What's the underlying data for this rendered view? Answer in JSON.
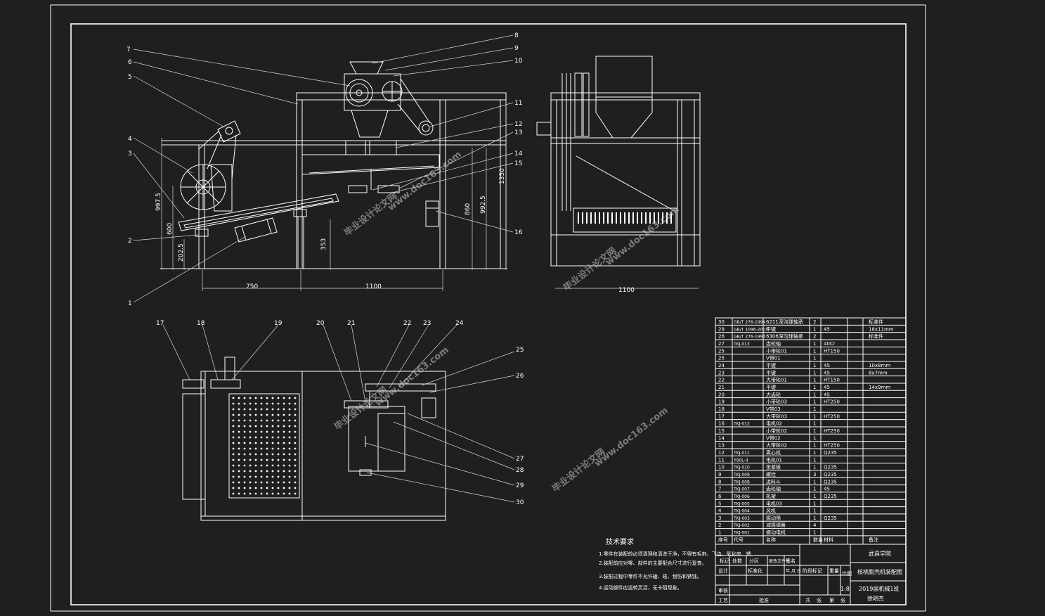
{
  "callouts": [
    "1",
    "2",
    "3",
    "4",
    "5",
    "6",
    "7",
    "8",
    "9",
    "10",
    "11",
    "12",
    "13",
    "14",
    "15",
    "16",
    "17",
    "18",
    "19",
    "20",
    "21",
    "22",
    "23",
    "24",
    "25",
    "26",
    "27",
    "28",
    "29",
    "30"
  ],
  "dimensions": {
    "d750": "750",
    "d1100_front": "1100",
    "d1100_side": "1100",
    "d997_left": "997.5",
    "d600": "600",
    "d202": "202.5",
    "d353": "353",
    "d860": "860",
    "d992": "992.5",
    "d1350": "1350"
  },
  "watermarks": [
    "毕业设计论文网",
    "www.doc163.com"
  ],
  "bom": [
    {
      "no": "30",
      "code": "GB/T 276-1994",
      "name": "6211深沟球轴承",
      "qty": "2",
      "mat": "",
      "note": "标准件"
    },
    {
      "no": "29",
      "code": "GB/T 1096-2003",
      "name": "平键",
      "qty": "1",
      "mat": "45",
      "note": "18x11mm"
    },
    {
      "no": "26",
      "code": "GB/T 276-1994",
      "name": "6306深沟球轴承",
      "qty": "2",
      "mat": "",
      "note": "标准件"
    },
    {
      "no": "27",
      "code": "TKJ-013",
      "name": "齿轮轴",
      "qty": "1",
      "mat": "40Cr",
      "note": ""
    },
    {
      "no": "25",
      "code": "",
      "name": "小带轮01",
      "qty": "1",
      "mat": "HT150",
      "note": ""
    },
    {
      "no": "25",
      "code": "",
      "name": "V带01",
      "qty": "1",
      "mat": "",
      "note": ""
    },
    {
      "no": "24",
      "code": "",
      "name": "平键",
      "qty": "1",
      "mat": "45",
      "note": "10x8mm"
    },
    {
      "no": "23",
      "code": "",
      "name": "平键",
      "qty": "1",
      "mat": "45",
      "note": "8x7mm"
    },
    {
      "no": "22",
      "code": "",
      "name": "大带轮01",
      "qty": "1",
      "mat": "HT150",
      "note": ""
    },
    {
      "no": "21",
      "code": "",
      "name": "平键",
      "qty": "1",
      "mat": "45",
      "note": "14x9mm"
    },
    {
      "no": "20",
      "code": "",
      "name": "大齿轮",
      "qty": "1",
      "mat": "45",
      "note": ""
    },
    {
      "no": "19",
      "code": "",
      "name": "小带轮03",
      "qty": "1",
      "mat": "HT250",
      "note": ""
    },
    {
      "no": "18",
      "code": "",
      "name": "V带03",
      "qty": "1",
      "mat": "",
      "note": ""
    },
    {
      "no": "17",
      "code": "",
      "name": "大带轮03",
      "qty": "1",
      "mat": "HT250",
      "note": ""
    },
    {
      "no": "16",
      "code": "TKJ-012",
      "name": "电机02",
      "qty": "1",
      "mat": "",
      "note": ""
    },
    {
      "no": "15",
      "code": "",
      "name": "小带轮02",
      "qty": "1",
      "mat": "HT250",
      "note": ""
    },
    {
      "no": "14",
      "code": "",
      "name": "V带02",
      "qty": "1",
      "mat": "",
      "note": ""
    },
    {
      "no": "13",
      "code": "",
      "name": "大带轮02",
      "qty": "1",
      "mat": "HT250",
      "note": ""
    },
    {
      "no": "12",
      "code": "TKJ-011",
      "name": "离心机",
      "qty": "1",
      "mat": "Q235",
      "note": ""
    },
    {
      "no": "11",
      "code": "Y90L-4",
      "name": "电机01",
      "qty": "1",
      "mat": "",
      "note": ""
    },
    {
      "no": "10",
      "code": "TKJ-010",
      "name": "张紧板",
      "qty": "1",
      "mat": "Q235",
      "note": ""
    },
    {
      "no": "9",
      "code": "TKJ-009",
      "name": "螺栓",
      "qty": "3",
      "mat": "Q235",
      "note": ""
    },
    {
      "no": "8",
      "code": "TKJ-008",
      "name": "进料斗",
      "qty": "1",
      "mat": "Q235",
      "note": ""
    },
    {
      "no": "7",
      "code": "TKJ-007",
      "name": "齿轮轴",
      "qty": "1",
      "mat": "45",
      "note": ""
    },
    {
      "no": "6",
      "code": "TKJ-006",
      "name": "机架",
      "qty": "1",
      "mat": "Q235",
      "note": ""
    },
    {
      "no": "5",
      "code": "TKJ-005",
      "name": "电机03",
      "qty": "1",
      "mat": "",
      "note": ""
    },
    {
      "no": "4",
      "code": "TKJ-004",
      "name": "风机",
      "qty": "1",
      "mat": "",
      "note": ""
    },
    {
      "no": "3",
      "code": "TKJ-003",
      "name": "振动筛",
      "qty": "1",
      "mat": "Q235",
      "note": ""
    },
    {
      "no": "2",
      "code": "TKJ-002",
      "name": "减振弹簧",
      "qty": "4",
      "mat": "",
      "note": ""
    },
    {
      "no": "1",
      "code": "TKJ-001",
      "name": "振动电机",
      "qty": "1",
      "mat": "",
      "note": ""
    }
  ],
  "bom_header": {
    "no": "序号",
    "code": "代号",
    "name": "名称",
    "qty": "数量",
    "mat": "材料",
    "note": "备注"
  },
  "tech": {
    "title": "技术要求",
    "items": [
      "1.零件在装配前必须清理和清洗干净，不得有毛刺、飞边、氧化皮、锈",
      "2.装配前应对零、部件的主要配合尺寸进行复查。",
      "3.装配过程中零件不允许磕、碰、划伤和锈蚀。",
      "4.运动部件应运转灵活，无卡阻现象。"
    ]
  },
  "title_block": {
    "school": "武昌学院",
    "drawing": "核桃脱壳机装配图",
    "scale_label": "比例",
    "scale": "1:8",
    "class": "2019届机械1班",
    "author": "徐明杰",
    "labels": [
      "标记",
      "处数",
      "分区",
      "更改文件号",
      "签名",
      "年.月.日",
      "设计",
      "标准化",
      "阶段标记",
      "重量",
      "审核",
      "工艺",
      "批准",
      "共",
      "张",
      "第",
      "张"
    ]
  }
}
